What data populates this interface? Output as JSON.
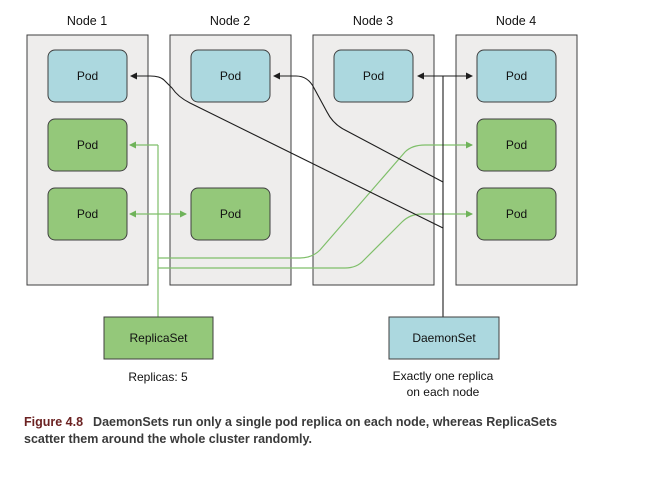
{
  "nodes": [
    "Node 1",
    "Node 2",
    "Node 3",
    "Node 4"
  ],
  "pod_label": "Pod",
  "replicaset": {
    "label": "ReplicaSet",
    "note": "Replicas: 5"
  },
  "daemonset": {
    "label": "DaemonSet",
    "note_line1": "Exactly one replica",
    "note_line2": "on each node"
  },
  "figure": {
    "number": "Figure 4.8",
    "text_line1": "DaemonSets run only a single pod replica on each node, whereas ReplicaSets",
    "text_line2": "scatter them around the whole cluster randomly."
  },
  "colors": {
    "node_fill": "#eeedec",
    "node_stroke": "#3f3f3f",
    "daemon_pod_fill": "#acd8df",
    "replica_pod_fill": "#94c87a",
    "replica_line": "#7fbf6a",
    "daemon_line": "#1e1e1e",
    "caption_number": "#6b2222"
  }
}
